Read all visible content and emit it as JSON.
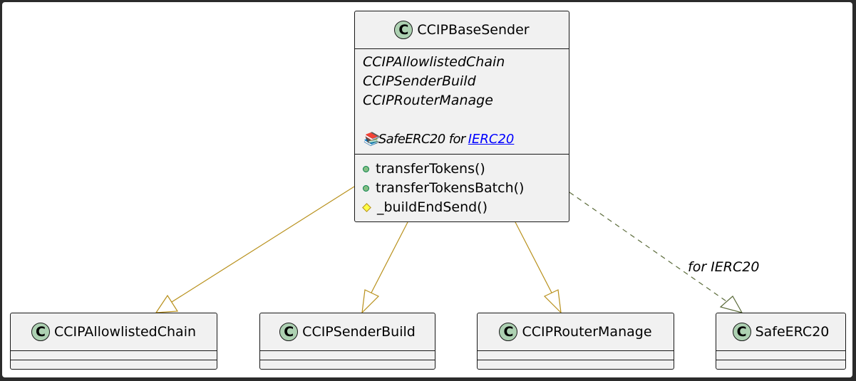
{
  "diagram": {
    "main_class": {
      "name": "CCIPBaseSender",
      "stereotype_letter": "C",
      "attributes": [
        "CCIPAllowlistedChain",
        "CCIPSenderBuild",
        "CCIPRouterManage"
      ],
      "using": {
        "library": "SafeERC20",
        "for_text": "for",
        "target": "IERC20",
        "icon": "books-icon"
      },
      "operations": [
        {
          "visibility": "public",
          "label": "transferTokens()"
        },
        {
          "visibility": "public",
          "label": "transferTokensBatch()"
        },
        {
          "visibility": "protected",
          "label": "_buildEndSend()"
        }
      ]
    },
    "classes": [
      {
        "name": "CCIPAllowlistedChain",
        "stereotype_letter": "C"
      },
      {
        "name": "CCIPSenderBuild",
        "stereotype_letter": "C"
      },
      {
        "name": "CCIPRouterManage",
        "stereotype_letter": "C"
      },
      {
        "name": "SafeERC20",
        "stereotype_letter": "C"
      }
    ],
    "relations": [
      {
        "from": "CCIPBaseSender",
        "to": "CCIPAllowlistedChain",
        "kind": "inheritance",
        "label": ""
      },
      {
        "from": "CCIPBaseSender",
        "to": "CCIPSenderBuild",
        "kind": "inheritance",
        "label": ""
      },
      {
        "from": "CCIPBaseSender",
        "to": "CCIPRouterManage",
        "kind": "inheritance",
        "label": ""
      },
      {
        "from": "CCIPBaseSender",
        "to": "SafeERC20",
        "kind": "dependency",
        "label": "for IERC20"
      }
    ],
    "colors": {
      "inheritance_line": "#b8901b",
      "dependency_line": "#5b6b3a",
      "class_fill": "#f1f1f1",
      "badge_fill": "#add1b2",
      "link": "#0000ff"
    }
  }
}
